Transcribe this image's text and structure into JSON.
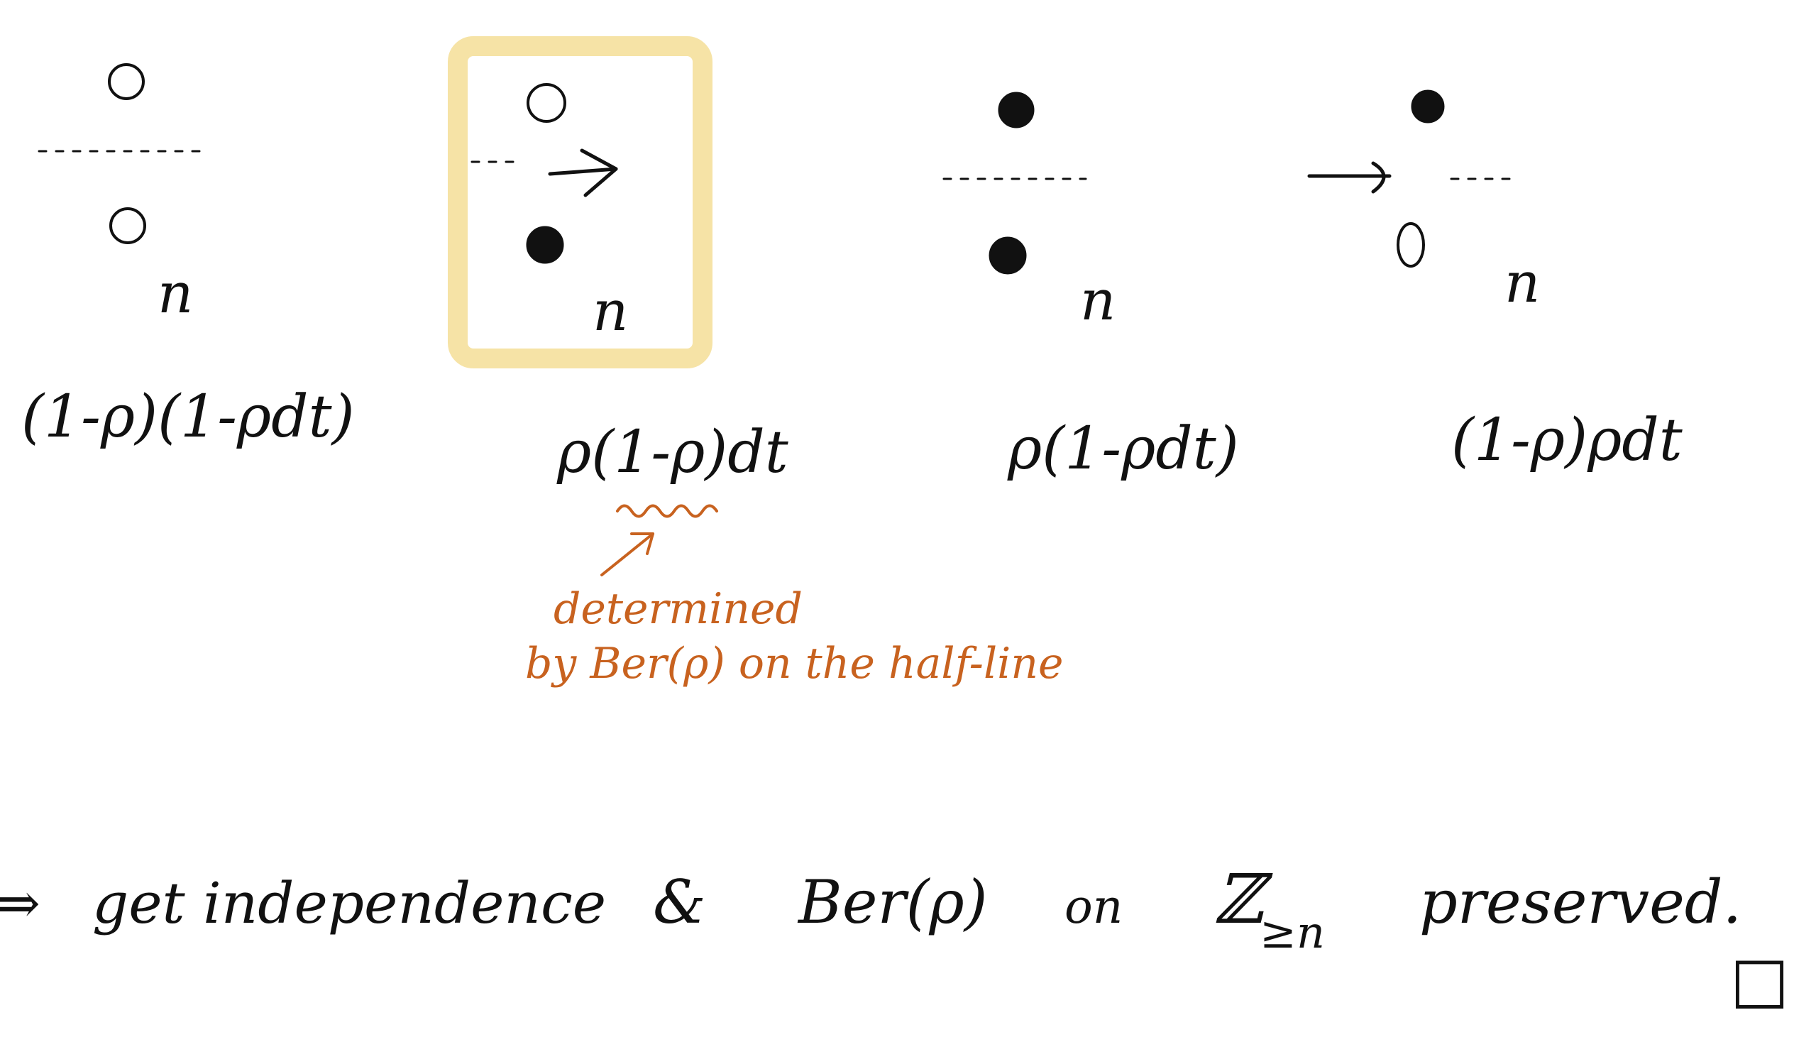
{
  "colors": {
    "ink": "#111111",
    "highlight_box": "#f6e3a6",
    "annotation": "#c8621f",
    "background": "#ffffff"
  },
  "panels": [
    {
      "site_label": "n",
      "state_top": "empty",
      "state_bottom": "empty",
      "arrow": "none",
      "rate": "(1-ρ)(1-ρdt)"
    },
    {
      "site_label": "n",
      "state_top": "empty",
      "state_bottom": "filled",
      "arrow": "right",
      "rate": "ρ(1-ρ)dt",
      "highlighted": true
    },
    {
      "site_label": "n",
      "state_top": "filled",
      "state_bottom": "filled",
      "arrow": "none",
      "rate": "ρ(1-ρdt)"
    },
    {
      "site_label": "n",
      "state_top": "filled",
      "state_bottom": "empty",
      "arrow": "right-incoming",
      "rate": "(1-ρ)ρdt"
    }
  ],
  "annotation": {
    "line1": "determined",
    "line2": "by Ber(ρ) on the half-line"
  },
  "conclusion": {
    "implies": "⇒",
    "text_a": "get independence",
    "amp": "&",
    "text_b": "Ber(ρ)",
    "text_c": "on",
    "set": "ℤ",
    "subscript": "≥n",
    "text_d": "preserved.",
    "qed": "□"
  }
}
